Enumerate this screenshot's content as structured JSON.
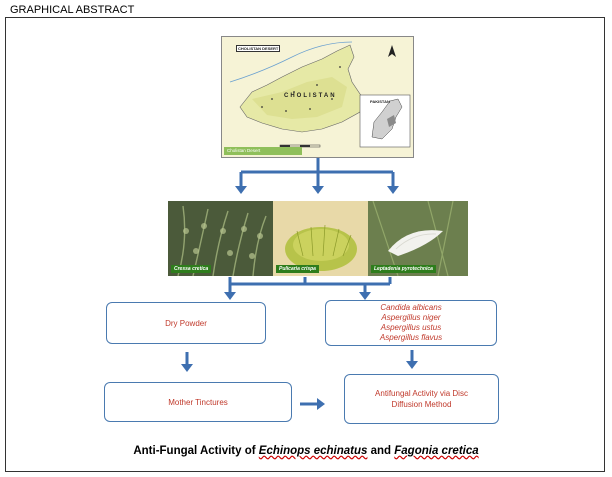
{
  "header": {
    "label": "GRAPHICAL  ABSTRACT"
  },
  "map": {
    "inset_title": "CHOLISTAN DESERT",
    "region_label": "CHOLISTAN",
    "country_label": "PAKISTAN",
    "caption": "Cholistan Desert",
    "north_symbol": "▲"
  },
  "plants": [
    {
      "name": "Cressa cretica"
    },
    {
      "name": "Pulicaria crispa"
    },
    {
      "name": "Leptadenia pyrotechnica"
    }
  ],
  "boxes": {
    "dry_powder": "Dry Powder",
    "mother_tinctures": "Mother Tinctures",
    "fungi": [
      "Candida albicans",
      "Aspergillus niger",
      "Aspergillus ustus",
      "Aspergillus flavus"
    ],
    "antifungal": "Antifungal Activity via Disc Diffusion Method"
  },
  "title": {
    "prefix": "Anti-Fungal  Activity  of ",
    "species1": "Echinops  echinatus",
    "middle": " and ",
    "species2": "Fagonia  cretica"
  },
  "colors": {
    "arrow": "#3e6fb0",
    "box_border": "#4a7ab0",
    "box_text": "#c0392b"
  }
}
